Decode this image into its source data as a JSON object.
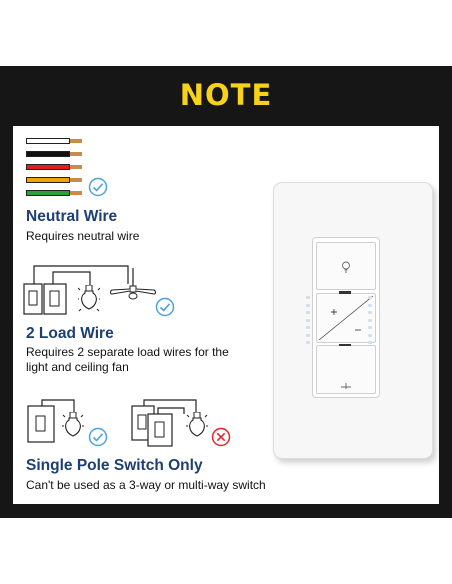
{
  "header": {
    "title": "NOTE"
  },
  "sections": {
    "neutral": {
      "title": "Neutral Wire",
      "desc": "Requires neutral wire"
    },
    "load": {
      "title": "2 Load Wire",
      "desc_line1": "Requires 2 separate load wires for the",
      "desc_line2": "light and ceiling fan"
    },
    "single": {
      "title": "Single Pole Switch Only",
      "desc": "Can't be used as a 3-way or multi-way switch"
    }
  },
  "wires": [
    {
      "color": "#ffffff"
    },
    {
      "color": "#111111"
    },
    {
      "color": "#d91f1f"
    },
    {
      "color": "#f2a20c"
    },
    {
      "color": "#2e9e3a"
    }
  ],
  "colors": {
    "frame": "#161616",
    "title": "#f8d21a",
    "heading": "#1e3f73",
    "check": "#4aa3e0",
    "cross": "#e0282f"
  },
  "icons": [
    "check-circle-icon",
    "light-bulb-icon",
    "ceiling-fan-icon",
    "cross-circle-icon",
    "dimmer-switch-image"
  ]
}
